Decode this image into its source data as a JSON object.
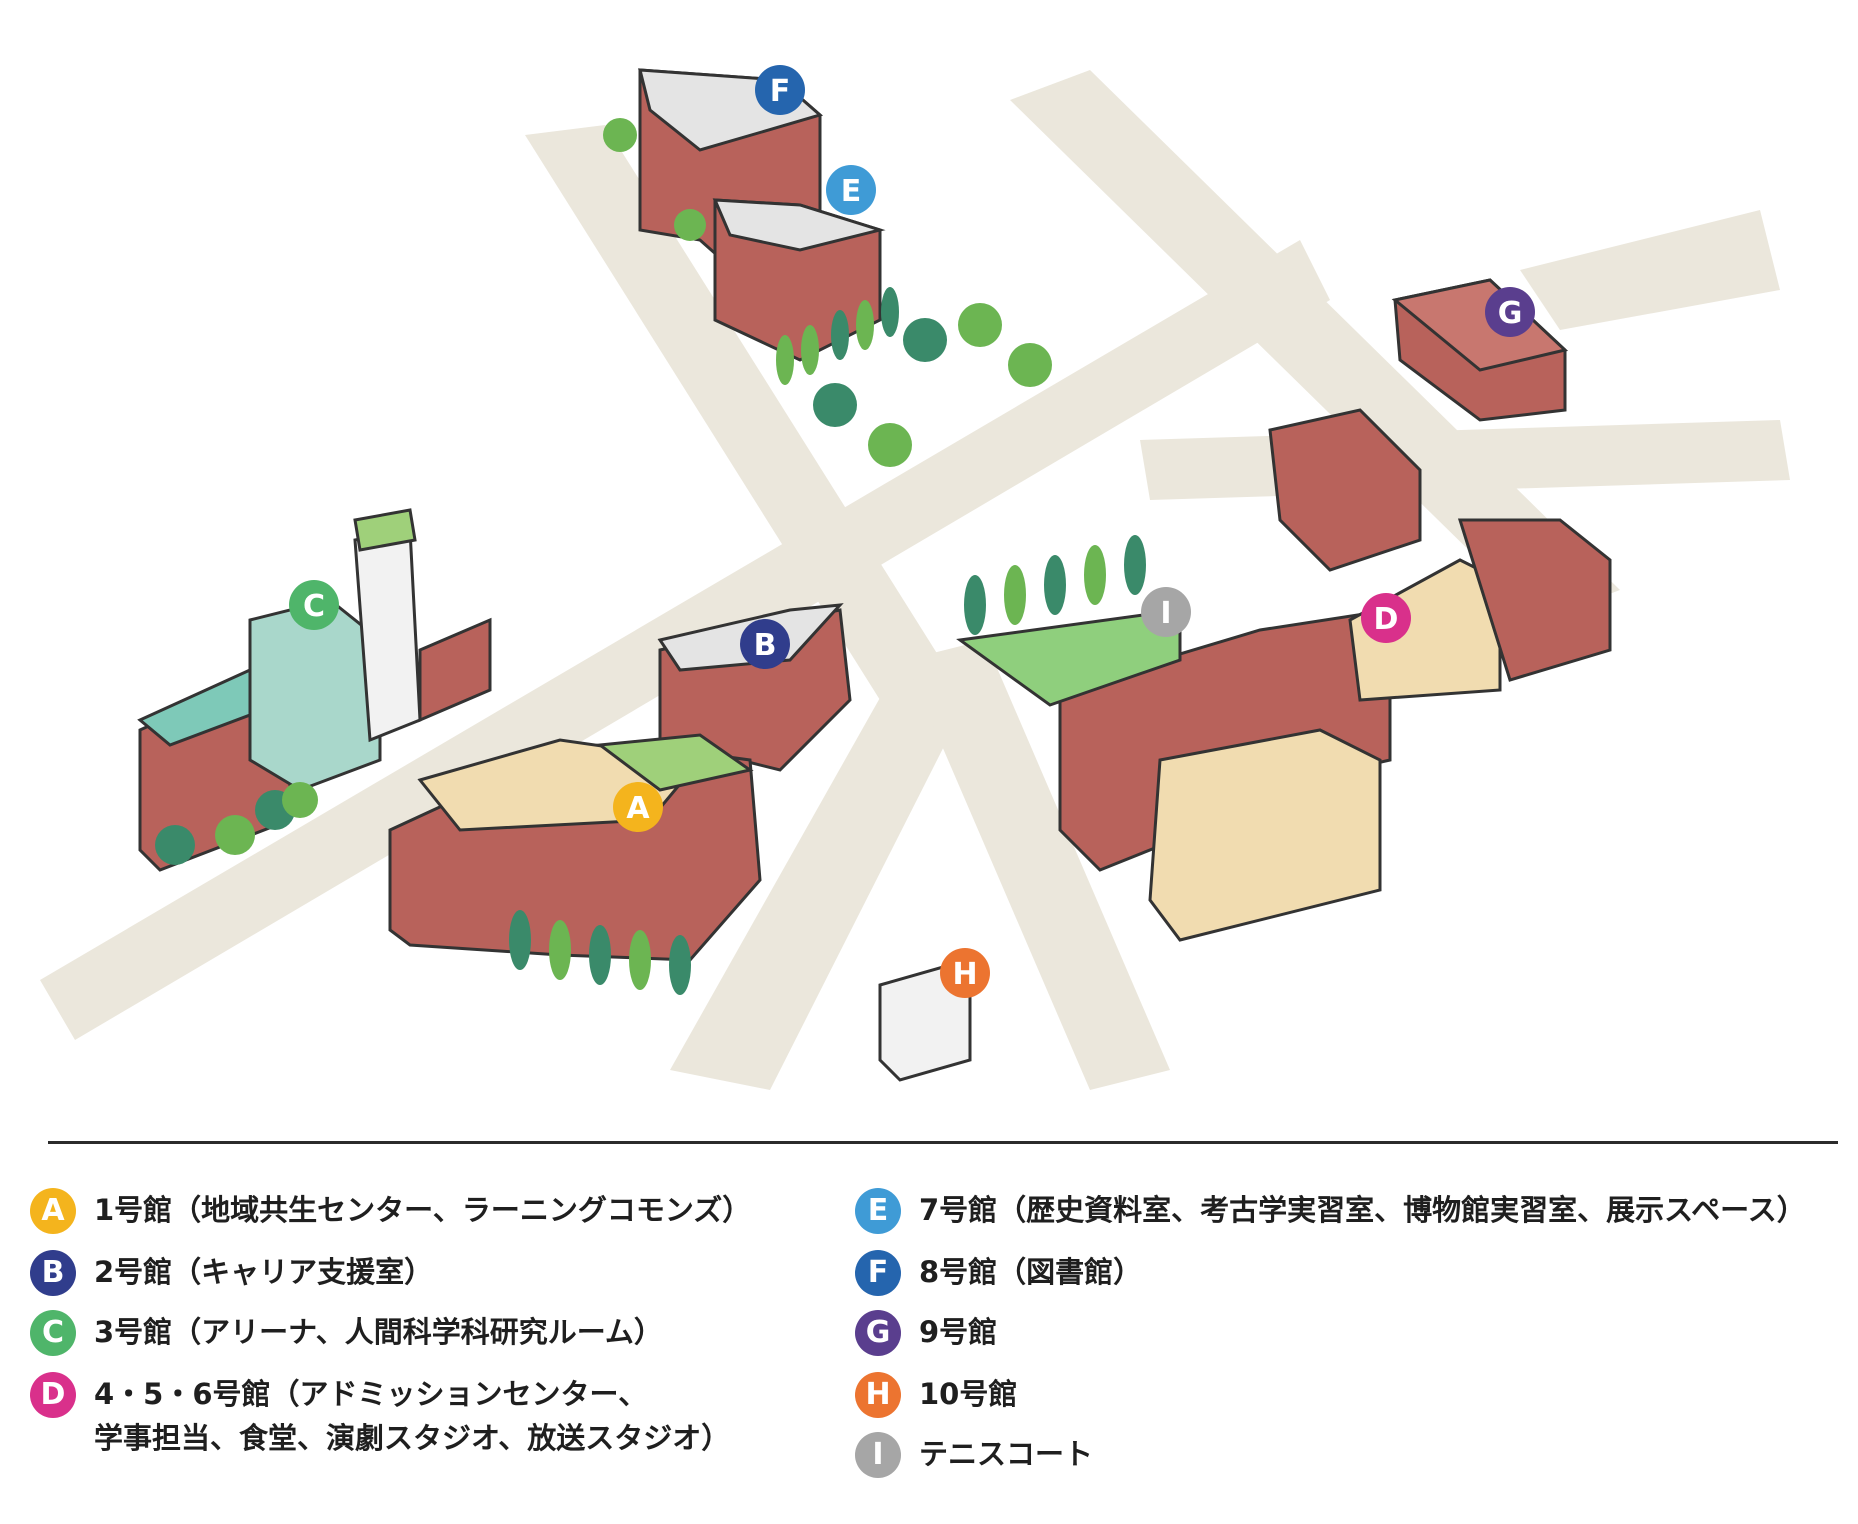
{
  "colors": {
    "A": "#f4b41d",
    "B": "#303d8c",
    "C": "#4fb56a",
    "D": "#d9308b",
    "E": "#3f9bd6",
    "F": "#2565ae",
    "G": "#5a3e8e",
    "H": "#ec7430",
    "I": "#a6a6a6",
    "road": "#ebe7dc",
    "brick": "#b8625b",
    "tree_dark": "#3a8a6a",
    "tree_light": "#6cb552"
  },
  "map": {
    "markers": [
      {
        "id": "A",
        "letter": "A"
      },
      {
        "id": "B",
        "letter": "B"
      },
      {
        "id": "C",
        "letter": "C"
      },
      {
        "id": "D",
        "letter": "D"
      },
      {
        "id": "E",
        "letter": "E"
      },
      {
        "id": "F",
        "letter": "F"
      },
      {
        "id": "G",
        "letter": "G"
      },
      {
        "id": "H",
        "letter": "H"
      },
      {
        "id": "I",
        "letter": "I"
      }
    ]
  },
  "legend": [
    {
      "letter": "A",
      "text": "1号館（地域共生センター、ラーニングコモンズ）"
    },
    {
      "letter": "B",
      "text": "2号館（キャリア支援室）"
    },
    {
      "letter": "C",
      "text": "3号館（アリーナ、人間科学科研究ルーム）"
    },
    {
      "letter": "D",
      "text": "4・5・6号館（アドミッションセンター、\n学事担当、食堂、演劇スタジオ、放送スタジオ）"
    },
    {
      "letter": "E",
      "text": "7号館（歴史資料室、考古学実習室、博物館実習室、展示スペース）"
    },
    {
      "letter": "F",
      "text": "8号館（図書館）"
    },
    {
      "letter": "G",
      "text": "9号館"
    },
    {
      "letter": "H",
      "text": "10号館"
    },
    {
      "letter": "I",
      "text": "テニスコート"
    }
  ]
}
